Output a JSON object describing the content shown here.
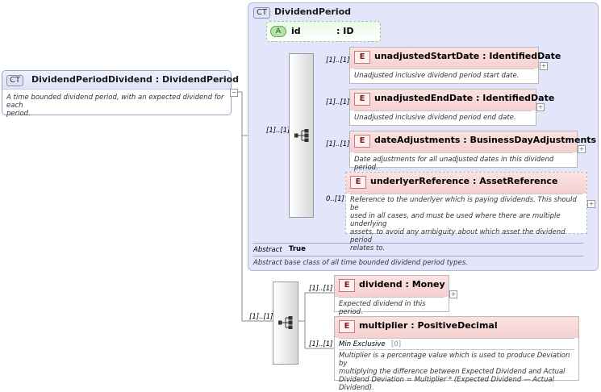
{
  "base_type": {
    "badge": "CT",
    "name": "DividendPeriod",
    "attribute": {
      "badge": "A",
      "name": "id",
      "type": ": ID"
    },
    "abstract_label": "Abstract",
    "abstract_value": "True",
    "description": "Abstract base class of all time bounded dividend period types.",
    "sequence_cardinality": "[1]..[1]",
    "elements": [
      {
        "badge": "E",
        "name": "unadjustedStartDate",
        "type": ": IdentifiedDate",
        "cardinality": "[1]..[1]",
        "description": "Unadjusted inclusive dividend period start date."
      },
      {
        "badge": "E",
        "name": "unadjustedEndDate",
        "type": ": IdentifiedDate",
        "cardinality": "[1]..[1]",
        "description": "Unadjusted inclusive dividend period end date."
      },
      {
        "badge": "E",
        "name": "dateAdjustments",
        "type": ": BusinessDayAdjustments",
        "cardinality": "[1]..[1]",
        "description": "Date adjustments for all unadjusted dates in this dividend period."
      },
      {
        "badge": "E",
        "name": "underlyerReference",
        "type": ": AssetReference",
        "cardinality": "0..[1]",
        "description_lines": [
          "Reference to the underlyer which is paying dividends. This should be",
          "used in all cases, and must be used where there are multiple underlying",
          "assets, to avoid any ambiguity about which asset the dividend period",
          "relates to."
        ]
      }
    ]
  },
  "main_type": {
    "badge": "CT",
    "name": "DividendPeriodDividend",
    "type": ": DividendPeriod",
    "description_lines": [
      "A time bounded dividend period, with an expected dividend for each",
      "period."
    ]
  },
  "extension": {
    "sequence_cardinality": "[1]..[1]",
    "elements": [
      {
        "badge": "E",
        "name": "dividend",
        "type": ": Money",
        "cardinality": "[1]..[1]",
        "description": "Expected dividend in this period."
      },
      {
        "badge": "E",
        "name": "multiplier",
        "type": ": PositiveDecimal",
        "cardinality": "[1]..[1]",
        "facet_label": "Min Exclusive",
        "facet_value": "[0]",
        "description_lines": [
          "Multiplier is a percentage value which is used to produce Deviation by",
          "multiplying the difference between Expected Dividend and Actual",
          "Dividend Deviation = Multiplier * (Expected Dividend — Actual Dividend)."
        ]
      }
    ]
  }
}
